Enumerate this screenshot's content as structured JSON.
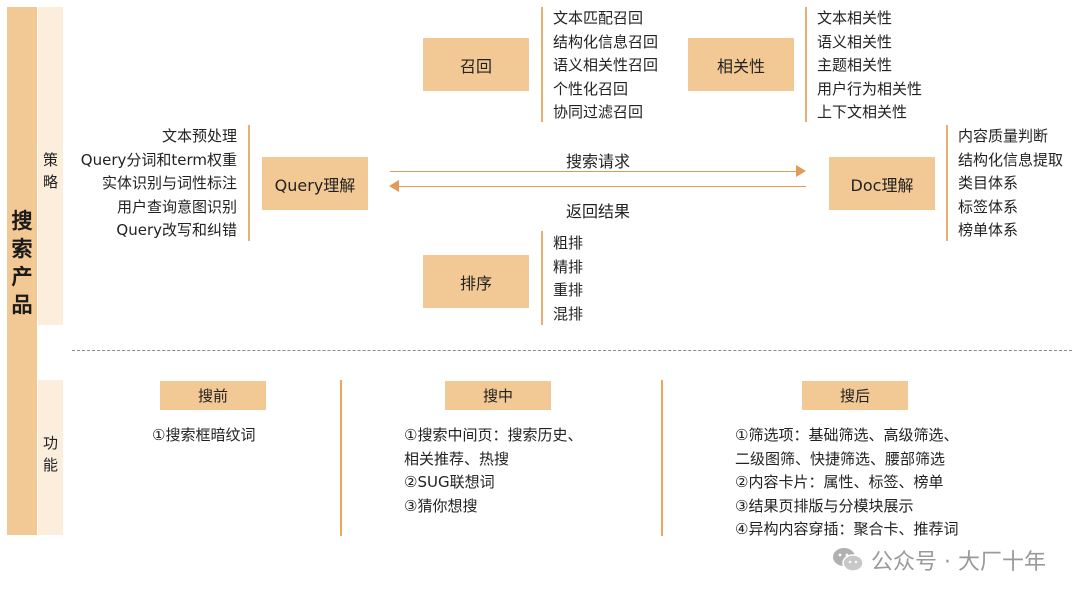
{
  "product_label": "搜索产品",
  "strategy_label": "策略",
  "function_label": "功能",
  "boxes": {
    "recall": "召回",
    "relevance": "相关性",
    "query": "Query理解",
    "doc": "Doc理解",
    "ranking": "排序"
  },
  "recall_items": [
    "文本匹配召回",
    "结构化信息召回",
    "语义相关性召回",
    "个性化召回",
    "协同过滤召回"
  ],
  "relevance_items": [
    "文本相关性",
    "语义相关性",
    "主题相关性",
    "用户行为相关性",
    "上下文相关性"
  ],
  "query_items": [
    "文本预处理",
    "Query分词和term权重",
    "实体识别与词性标注",
    "用户查询意图识别",
    "Query改写和纠错"
  ],
  "doc_items": [
    "内容质量判断",
    "结构化信息提取",
    "类目体系",
    "标签体系",
    "榜单体系"
  ],
  "ranking_items": [
    "粗排",
    "精排",
    "重排",
    "混排"
  ],
  "arrows": {
    "request": "搜索请求",
    "response": "返回结果"
  },
  "functions": {
    "before": {
      "title": "搜前",
      "items": [
        "①搜索框暗纹词"
      ]
    },
    "during": {
      "title": "搜中",
      "items": [
        "①搜索中间页：搜索历史、",
        "相关推荐、热搜",
        "②SUG联想词",
        "③猜你想搜"
      ]
    },
    "after": {
      "title": "搜后",
      "items": [
        "①筛选项：基础筛选、高级筛选、",
        "二级图筛、快捷筛选、腰部筛选",
        "②内容卡片：属性、标签、榜单",
        "③结果页排版与分模块展示",
        "④异构内容穿插：聚合卡、推荐词"
      ]
    }
  },
  "watermark": "公众号 · 大厂十年",
  "colors": {
    "box_fill": "#F2C894",
    "sub_strip": "#FBEEDC",
    "accent_line": "#E29A55"
  }
}
